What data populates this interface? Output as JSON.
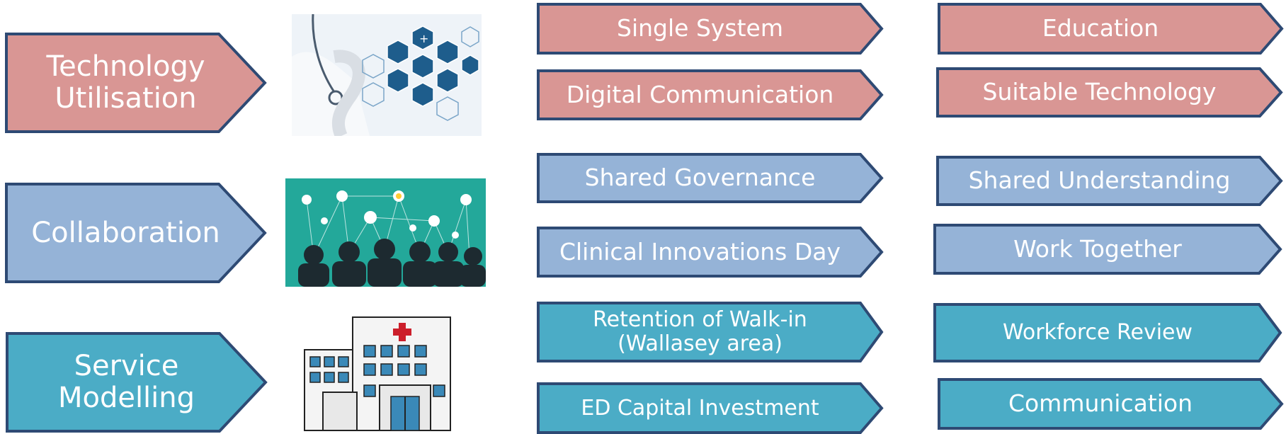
{
  "colors": {
    "technology": "#D99694",
    "collaboration": "#95B3D7",
    "service": "#4BACC6",
    "outline": "#2E4A74"
  },
  "categories": [
    {
      "id": "technology",
      "label": "Technology\nUtilisation",
      "image": "digital-health-icon"
    },
    {
      "id": "collaboration",
      "label": "Collaboration",
      "image": "team-network-icon"
    },
    {
      "id": "service",
      "label": "Service\nModelling",
      "image": "hospital-building-icon"
    }
  ],
  "items": {
    "technology": [
      "Single System",
      "Education",
      "Digital Communication",
      "Suitable Technology"
    ],
    "collaboration": [
      "Shared Governance",
      "Shared Understanding",
      "Clinical Innovations Day",
      "Work Together"
    ],
    "service": [
      "Retention of Walk-in\n(Wallasey area)",
      "Workforce Review",
      "ED Capital Investment",
      "Communication"
    ]
  }
}
